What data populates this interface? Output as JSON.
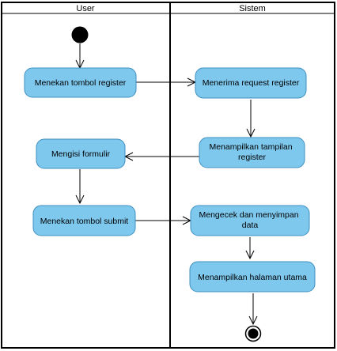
{
  "lanes": {
    "user": "User",
    "system": "Sistem"
  },
  "actions": {
    "press_register": [
      "Menekan tombol register"
    ],
    "receive_request": [
      "Menerima request register"
    ],
    "show_register": [
      "Menampilkan tampilan",
      "register"
    ],
    "fill_form": [
      "Mengisi formulir"
    ],
    "press_submit": [
      "Menekan tombol submit"
    ],
    "check_save": [
      "Mengecek dan menyimpan",
      "data"
    ],
    "show_home": [
      "Menampilkan halaman utama"
    ]
  },
  "colors": {
    "action_fill": "#7ec8ee",
    "action_stroke": "#3f8fbf",
    "line": "#000000"
  }
}
